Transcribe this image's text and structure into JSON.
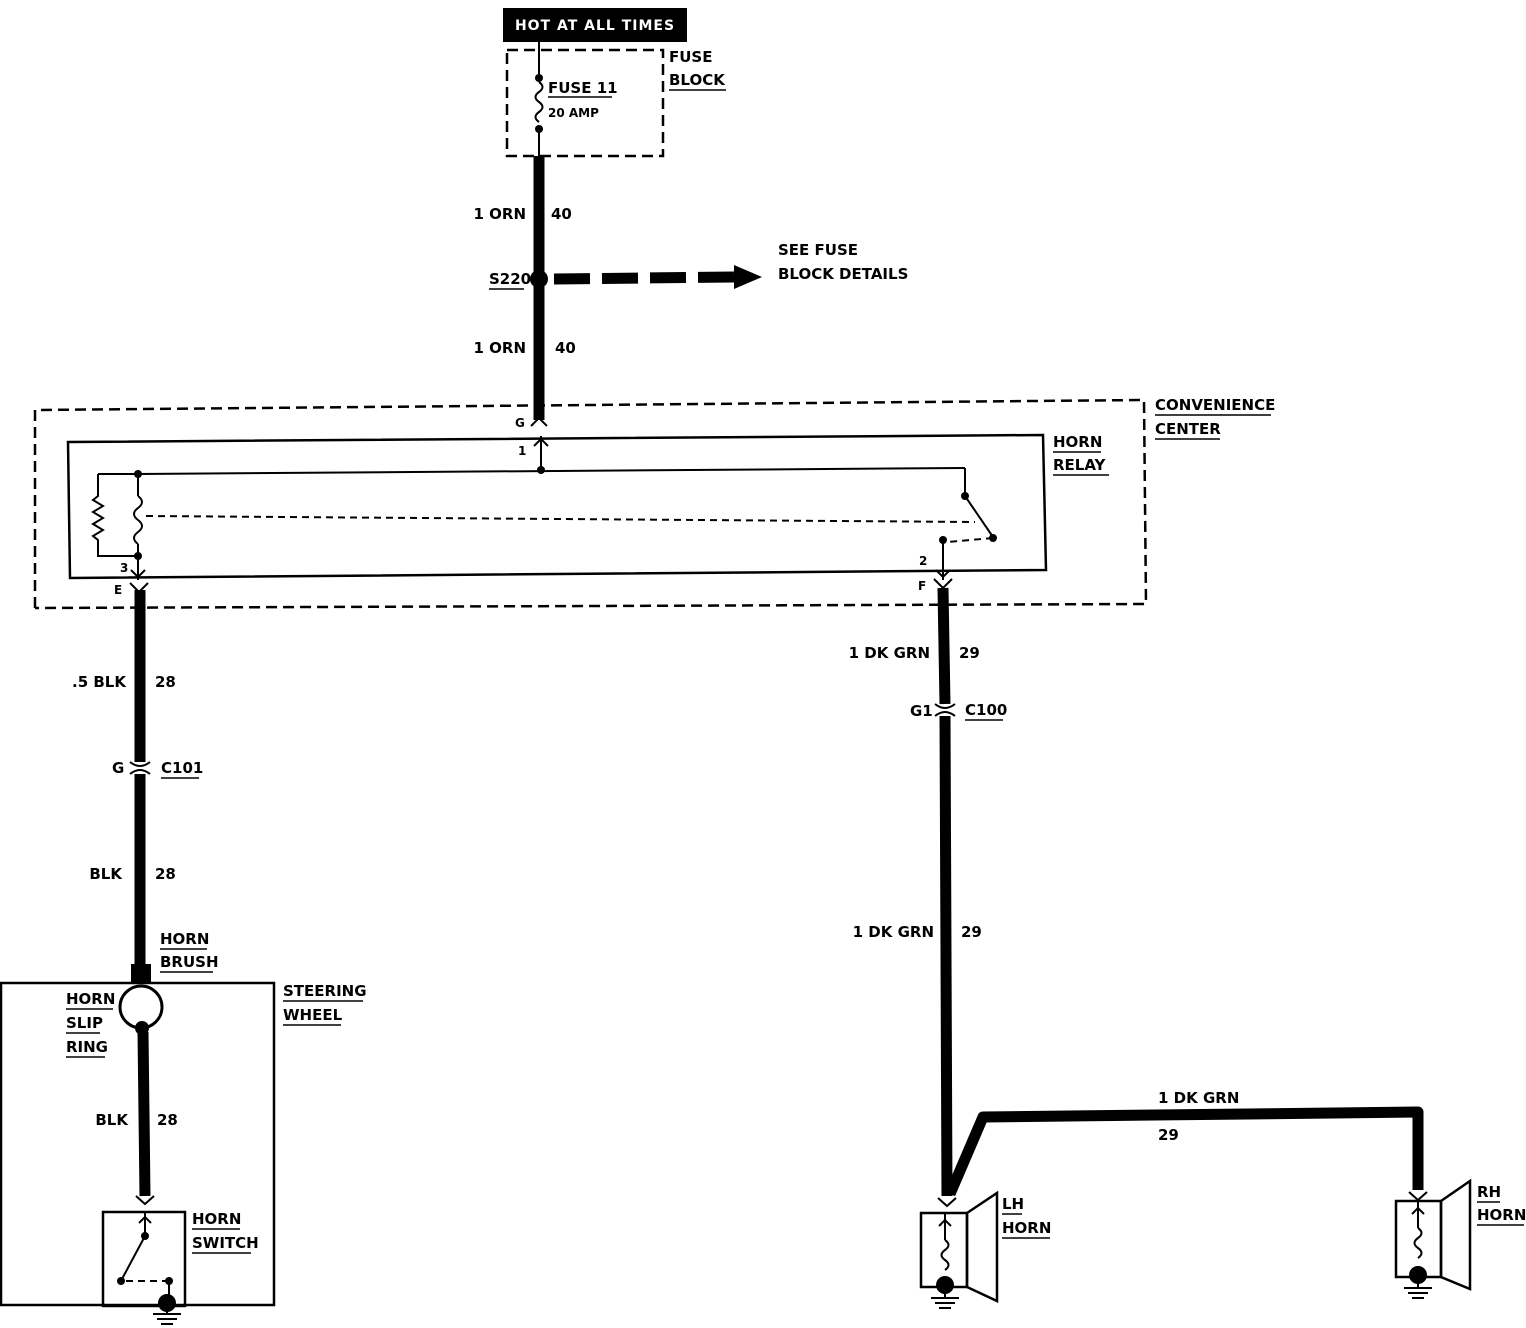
{
  "power": {
    "hot_label": "HOT AT ALL TIMES"
  },
  "fuse_block": {
    "label_line1": "FUSE",
    "label_line2": "BLOCK",
    "fuse_name": "FUSE 11",
    "fuse_rating": "20 AMP"
  },
  "wires": {
    "orn_top": {
      "gauge_color": "1 ORN",
      "circuit": "40"
    },
    "orn_bottom": {
      "gauge_color": "1 ORN",
      "circuit": "40"
    },
    "blk_upper": {
      "gauge_color": ".5 BLK",
      "circuit": "28"
    },
    "blk_mid": {
      "gauge_color": "BLK",
      "circuit": "28"
    },
    "blk_lower": {
      "gauge_color": "BLK",
      "circuit": "28"
    },
    "grn_upper": {
      "gauge_color": "1 DK GRN",
      "circuit": "29"
    },
    "grn_mid": {
      "gauge_color": "1 DK GRN",
      "circuit": "29"
    },
    "grn_horiz": {
      "gauge_color": "1 DK GRN",
      "circuit": "29"
    }
  },
  "splice": {
    "name": "S220",
    "ref_line1": "SEE FUSE",
    "ref_line2": "BLOCK DETAILS"
  },
  "convenience_center": {
    "label_line1": "CONVENIENCE",
    "label_line2": "CENTER"
  },
  "horn_relay": {
    "label_line1": "HORN",
    "label_line2": "RELAY",
    "pin_top": "1",
    "pin_left": "3",
    "pin_right": "2"
  },
  "terminals": {
    "g_top": "G",
    "e": "E",
    "f": "F"
  },
  "connectors": {
    "c101": {
      "pin": "G",
      "name": "C101"
    },
    "c100": {
      "pin": "G1",
      "name": "C100"
    }
  },
  "horn_brush": {
    "label_line1": "HORN",
    "label_line2": "BRUSH"
  },
  "horn_slip_ring": {
    "label_line1": "HORN",
    "label_line2": "SLIP",
    "label_line3": "RING"
  },
  "steering_wheel": {
    "label_line1": "STEERING",
    "label_line2": "WHEEL"
  },
  "horn_switch": {
    "label_line1": "HORN",
    "label_line2": "SWITCH"
  },
  "lh_horn": {
    "label_line1": "LH",
    "label_line2": "HORN"
  },
  "rh_horn": {
    "label_line1": "RH",
    "label_line2": "HORN"
  }
}
